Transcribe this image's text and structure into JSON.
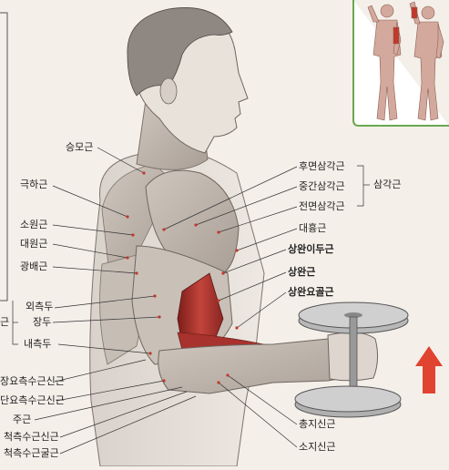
{
  "labels_left": [
    {
      "id": "trapezius",
      "text": "승모근"
    },
    {
      "id": "infraspinatus",
      "text": "극하근"
    },
    {
      "id": "teres-minor",
      "text": "소원근"
    },
    {
      "id": "teres-major",
      "text": "대원근"
    },
    {
      "id": "latissimus",
      "text": "광배근"
    },
    {
      "id": "lateral-head",
      "text": "외측두"
    },
    {
      "id": "long-head",
      "text": "장두"
    },
    {
      "id": "medial-head",
      "text": "내측두"
    },
    {
      "id": "ecrl",
      "text": "장요측수근신근"
    },
    {
      "id": "ecrb",
      "text": "단요측수근신근"
    },
    {
      "id": "anconeus",
      "text": "주근"
    },
    {
      "id": "ecu",
      "text": "척측수근신근"
    },
    {
      "id": "fcu",
      "text": "척측수근굴근"
    }
  ],
  "labels_right": [
    {
      "id": "posterior-deltoid",
      "text": "후면삼각근"
    },
    {
      "id": "middle-deltoid",
      "text": "중간삼각근"
    },
    {
      "id": "anterior-deltoid",
      "text": "전면삼각근"
    },
    {
      "id": "pectoralis-major",
      "text": "대흉근"
    },
    {
      "id": "biceps",
      "text": "상완이두근"
    },
    {
      "id": "brachialis",
      "text": "상완근"
    },
    {
      "id": "brachioradialis",
      "text": "상완요골근"
    },
    {
      "id": "extensor-digitorum",
      "text": "총지신근"
    },
    {
      "id": "extensor-digiti-minimi",
      "text": "소지신근"
    }
  ],
  "group_labels": {
    "deltoid": "삼각근",
    "triceps_partial": "근"
  },
  "colors": {
    "background": "#f4efe9",
    "muscle_highlight": "#b0352f",
    "leader_line": "#333333",
    "arrow": "#e0432f",
    "inset_border": "#6aa84f"
  },
  "icons": [
    "upward-arrow-icon"
  ]
}
